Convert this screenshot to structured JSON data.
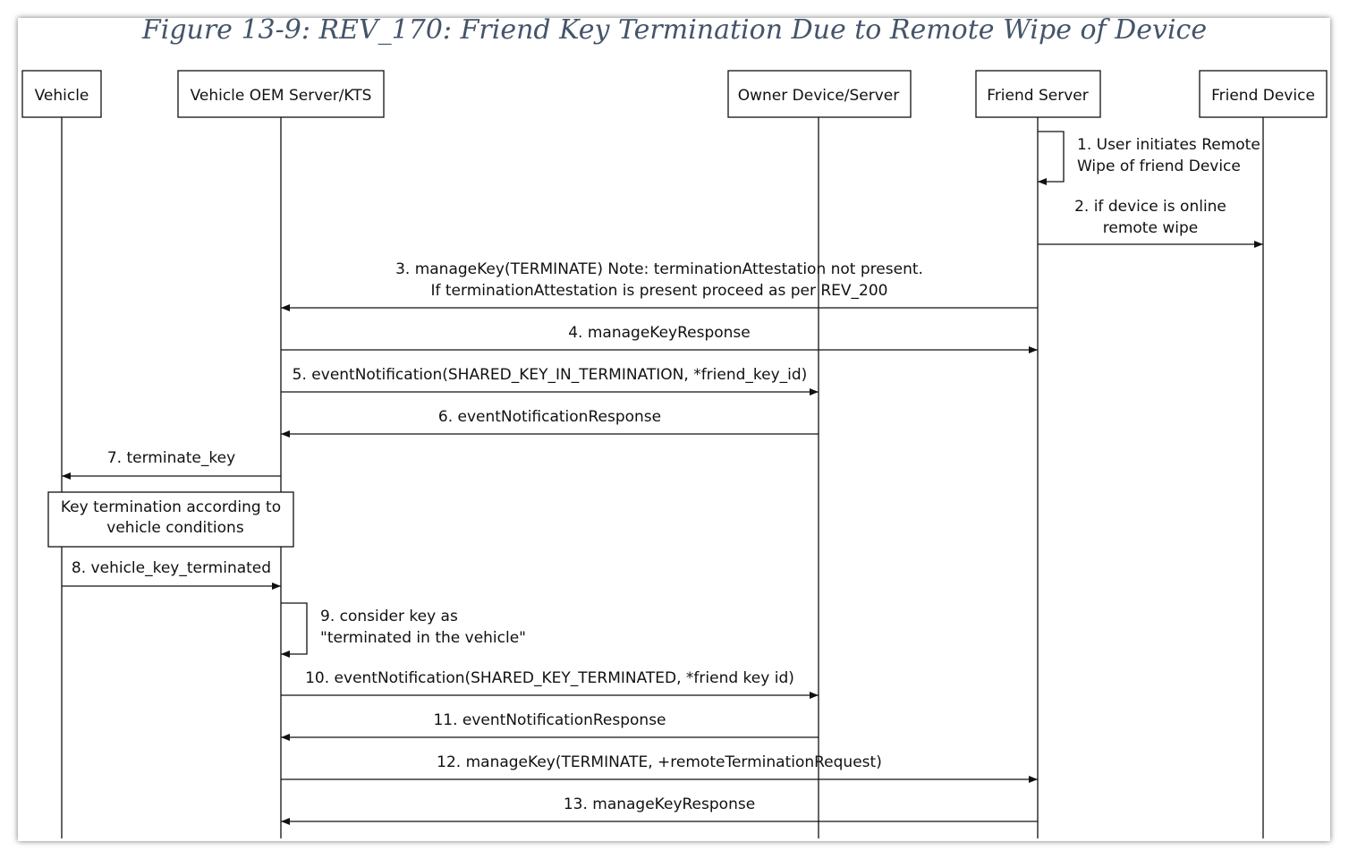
{
  "figure": {
    "title": "Figure 13-9: REV_170: Friend Key Termination Due to Remote Wipe of Device"
  },
  "participants": [
    {
      "id": "vehicle",
      "label": "Vehicle"
    },
    {
      "id": "oem",
      "label": "Vehicle OEM Server/KTS"
    },
    {
      "id": "owner",
      "label": "Owner Device/Server"
    },
    {
      "id": "friend_server",
      "label": "Friend Server"
    },
    {
      "id": "friend_device",
      "label": "Friend Device"
    }
  ],
  "messages": [
    {
      "type": "self",
      "participant": "friend_server",
      "lines": [
        "1. User initiates Remote",
        "Wipe of friend Device"
      ]
    },
    {
      "type": "message",
      "from": "friend_server",
      "to": "friend_device",
      "lines": [
        "2. if device is online",
        "remote wipe"
      ]
    },
    {
      "type": "message",
      "from": "friend_server",
      "to": "oem",
      "lines": [
        "3. manageKey(TERMINATE) Note: terminationAttestation not present.",
        "If terminationAttestation is present proceed as per REV_200"
      ]
    },
    {
      "type": "message",
      "from": "oem",
      "to": "friend_server",
      "lines": [
        "4. manageKeyResponse"
      ]
    },
    {
      "type": "message",
      "from": "oem",
      "to": "owner",
      "lines": [
        "5. eventNotification(SHARED_KEY_IN_TERMINATION, *friend_key_id)"
      ]
    },
    {
      "type": "message",
      "from": "owner",
      "to": "oem",
      "lines": [
        "6. eventNotificationResponse"
      ]
    },
    {
      "type": "message",
      "from": "oem",
      "to": "vehicle",
      "lines": [
        "7. terminate_key"
      ]
    },
    {
      "type": "note",
      "lines": [
        "Key termination according to",
        "vehicle conditions"
      ]
    },
    {
      "type": "message",
      "from": "vehicle",
      "to": "oem",
      "lines": [
        "8. vehicle_key_terminated"
      ]
    },
    {
      "type": "self",
      "participant": "oem",
      "lines": [
        "9. consider key as",
        "\"terminated in the vehicle\""
      ]
    },
    {
      "type": "message",
      "from": "oem",
      "to": "owner",
      "lines": [
        "10. eventNotification(SHARED_KEY_TERMINATED, *friend key id)"
      ]
    },
    {
      "type": "message",
      "from": "owner",
      "to": "oem",
      "lines": [
        "11. eventNotificationResponse"
      ]
    },
    {
      "type": "message",
      "from": "oem",
      "to": "friend_server",
      "lines": [
        "12. manageKey(TERMINATE, +remoteTerminationRequest)"
      ]
    },
    {
      "type": "message",
      "from": "friend_server",
      "to": "oem",
      "lines": [
        "13. manageKeyResponse"
      ]
    }
  ]
}
